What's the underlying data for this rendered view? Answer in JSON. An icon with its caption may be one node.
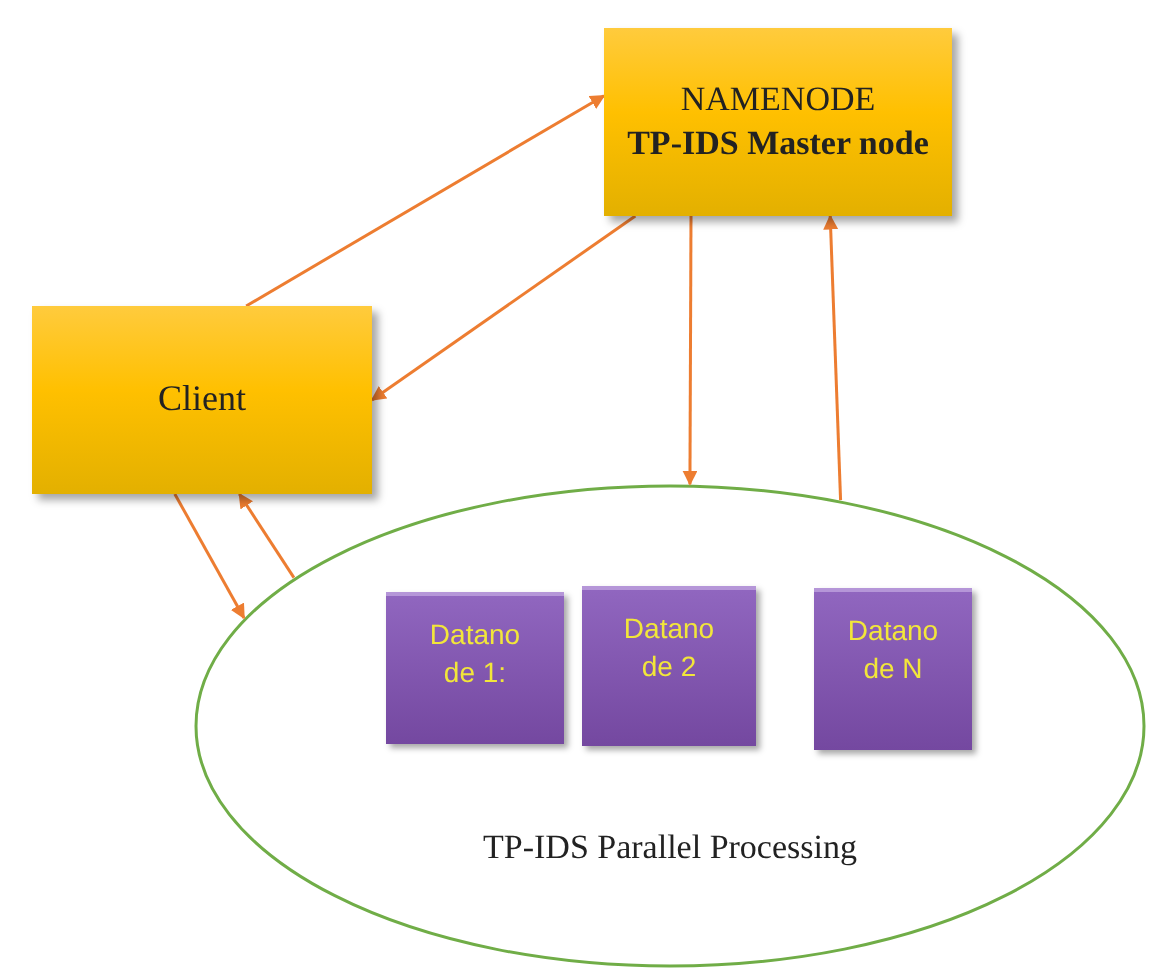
{
  "diagram": {
    "nodes": [
      {
        "text": [
          "NAMENODE",
          "TP-IDS Master node"
        ]
      },
      {
        "text": [
          "Client"
        ]
      },
      {
        "text": [
          "TP-IDS Parallel Processing"
        ]
      },
      {
        "text": [
          "Datano de 1:"
        ],
        "in": 2
      },
      {
        "text": [
          "Datano de 2"
        ],
        "in": 2
      },
      {
        "text": [
          "Datano de N"
        ],
        "in": 2
      }
    ],
    "edges": [
      {
        "from": 1,
        "to": 0,
        "arrow": "to"
      },
      {
        "from": 0,
        "to": 1,
        "arrow": "to"
      },
      {
        "from": 0,
        "to": 2,
        "arrow": "to"
      },
      {
        "from": 2,
        "to": 0,
        "arrow": "to"
      },
      {
        "from": 1,
        "to": 2,
        "arrow": "to"
      },
      {
        "from": 2,
        "to": 1,
        "arrow": "to"
      }
    ]
  }
}
